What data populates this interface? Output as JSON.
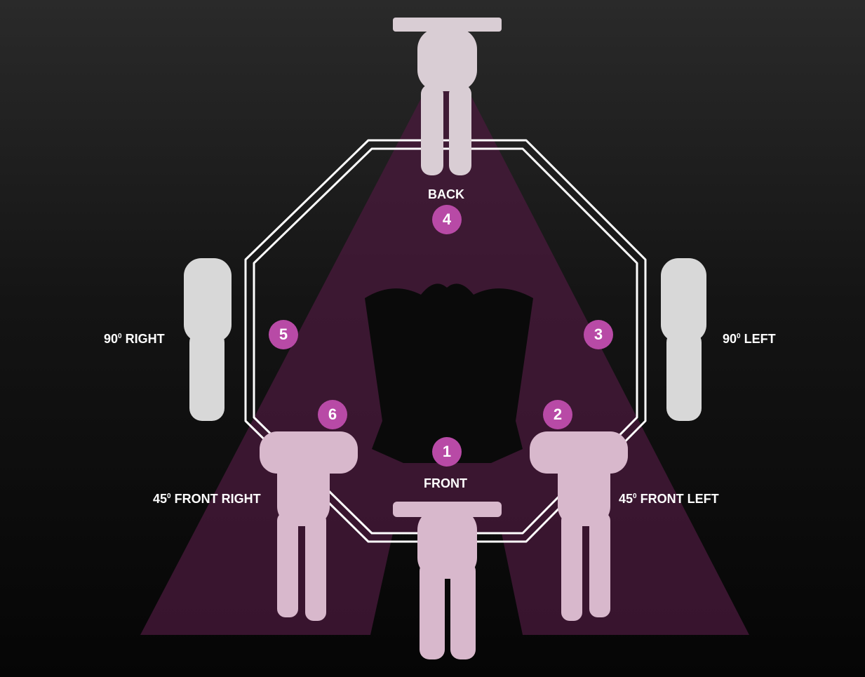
{
  "colors": {
    "accent": "#b84aa6",
    "beam": "#5a1f48",
    "octagon": "#ffffff"
  },
  "positions": [
    {
      "number": "1",
      "label": "FRONT"
    },
    {
      "number": "2",
      "label_deg": "45",
      "label_sup": "0",
      "label_text": " FRONT LEFT"
    },
    {
      "number": "3",
      "label_deg": "90",
      "label_sup": "0",
      "label_text": " LEFT"
    },
    {
      "number": "4",
      "label": "BACK"
    },
    {
      "number": "5",
      "label_deg": "90",
      "label_sup": "0",
      "label_text": " RIGHT"
    },
    {
      "number": "6",
      "label_deg": "45",
      "label_sup": "0",
      "label_text": " FRONT RIGHT"
    }
  ]
}
